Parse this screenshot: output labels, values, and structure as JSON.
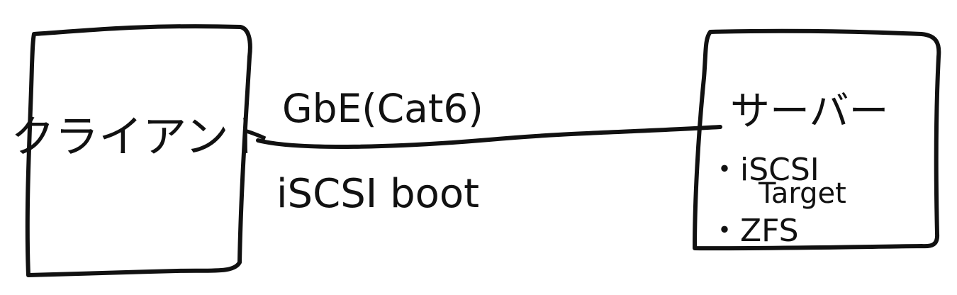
{
  "diagram": {
    "client": {
      "label": "クライアント"
    },
    "connection": {
      "label_top": "GbE(Cat6)",
      "label_bottom": "iSCSI boot"
    },
    "server": {
      "title": "サーバー",
      "items": [
        "・iSCSI",
        "Target",
        "・ZFS"
      ]
    },
    "colors": {
      "ink": "#111111",
      "background": "#ffffff"
    }
  }
}
